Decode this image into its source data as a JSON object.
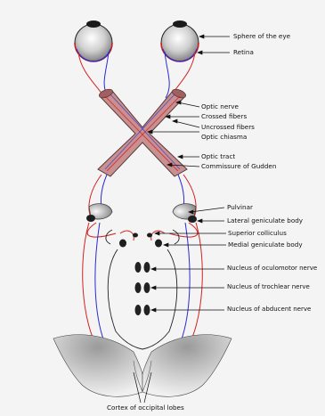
{
  "labels": {
    "sphere_of_the_eye": "Sphere of the eye",
    "retina": "Retina",
    "optic_nerve": "Optic nerve",
    "crossed_fibers": "Crossed fibers",
    "uncrossed_fibers": "Uncrossed fibers",
    "optic_chiasma": "Optic chiasma",
    "optic_tract": "Optic tract",
    "commissure_of_gudden": "Commissure of Gudden",
    "pulvinar": "Pulvinar",
    "lateral_geniculate_body": "Lateral geniculate body",
    "superior_colliculus": "Superior colliculus",
    "medial_geniculate_body": "Medial geniculate body",
    "nucleus_of_oculomotor_nerve": "Nucleus of oculomotor nerve",
    "nucleus_of_trochlear_nerve": "Nucleus of trochlear nerve",
    "nucleus_of_abducent_nerve": "Nucleus of abducent nerve",
    "cortex_of_occipital_lobes": "Cortex of occipital lobes"
  },
  "colors": {
    "background": "#f4f4f4",
    "crossed_fiber": "#d42020",
    "uncrossed_fiber": "#2a2ad0",
    "nerve_fill": "#c89090",
    "nerve_stroke": "#5a3a3a",
    "nucleus": "#222222",
    "outline": "#111111"
  }
}
